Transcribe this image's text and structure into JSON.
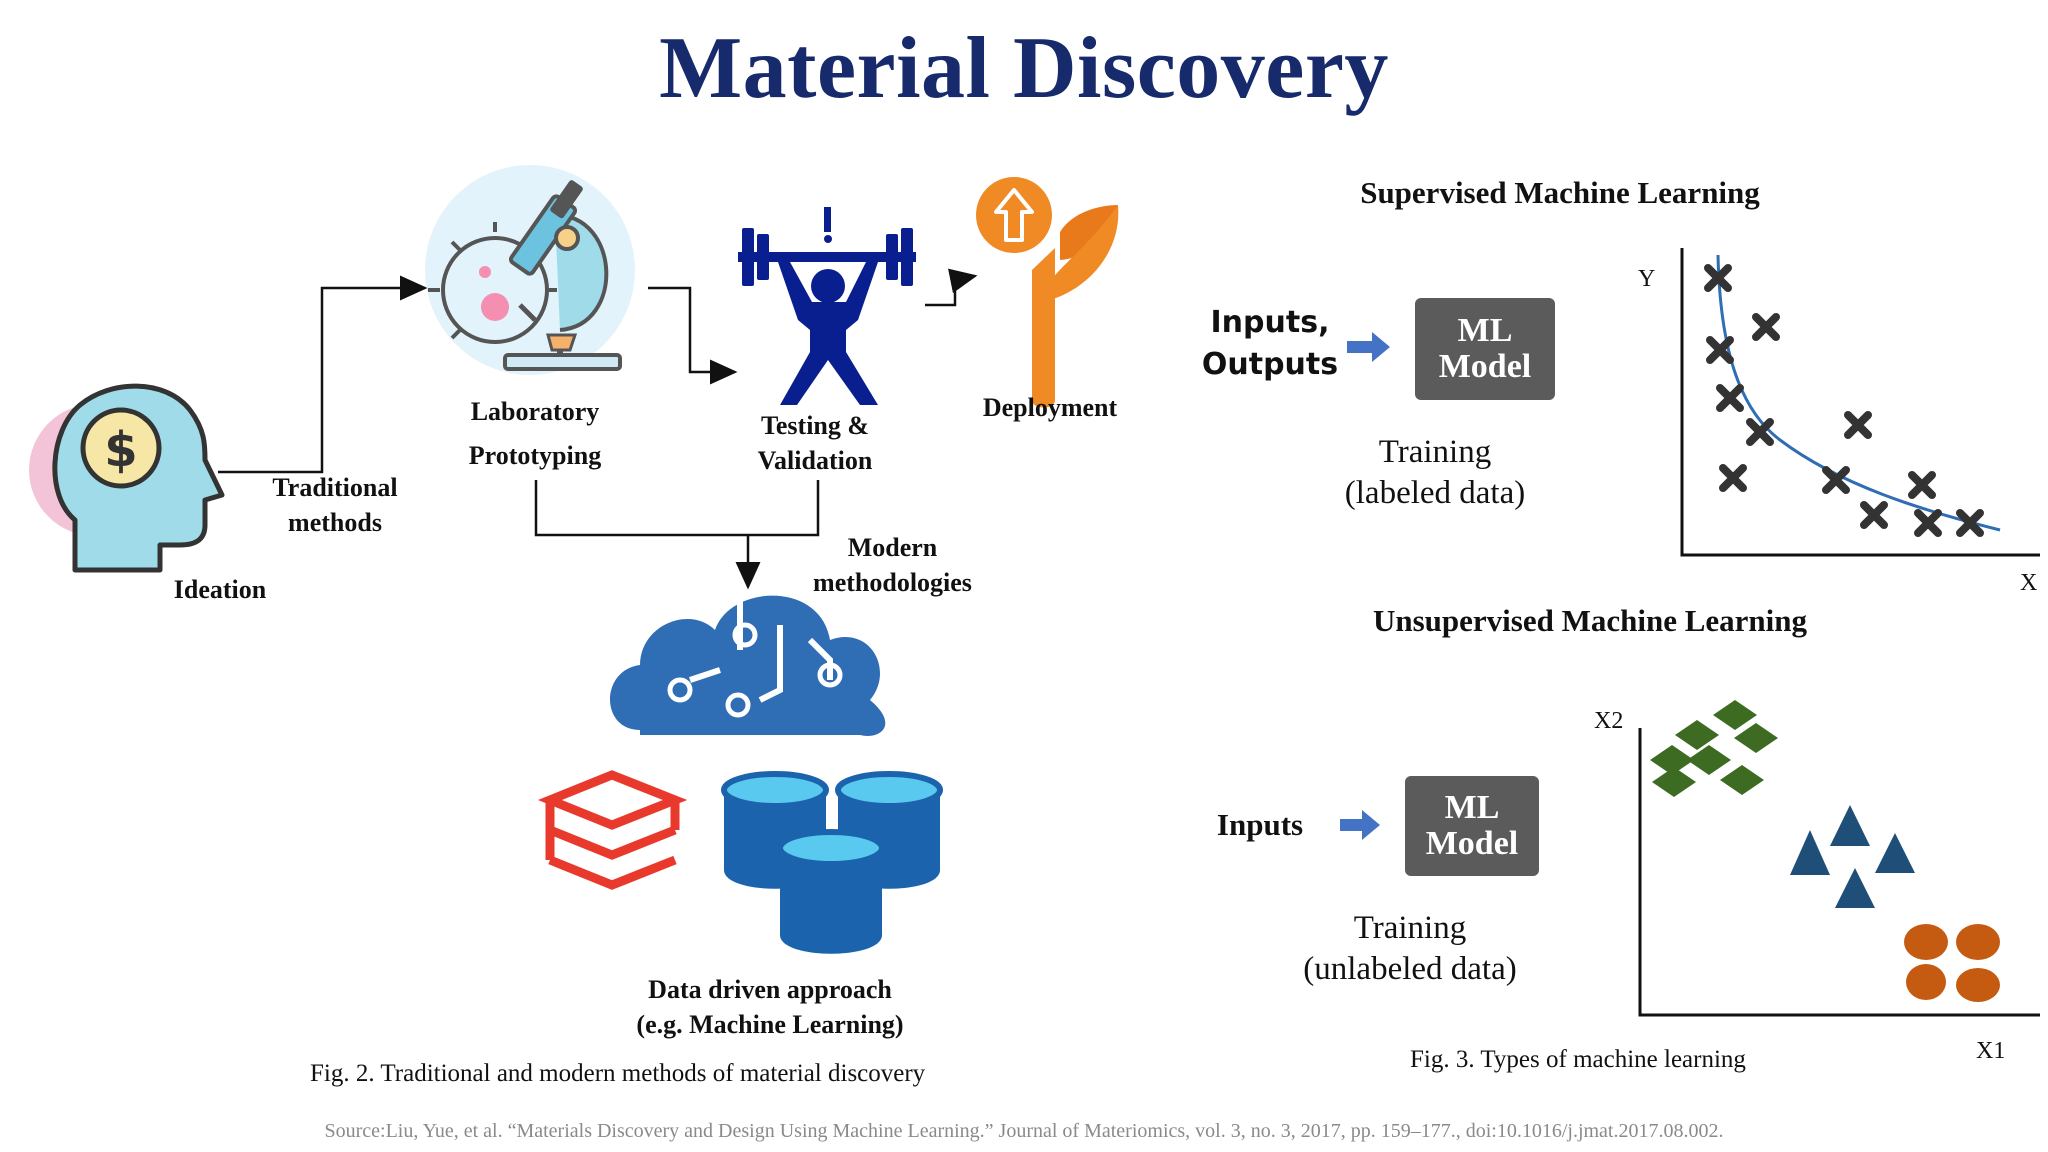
{
  "title": "Material Discovery",
  "left": {
    "ideation": "Ideation",
    "traditional_1": "Traditional",
    "traditional_2": "methods",
    "lab_1": "Laboratory",
    "lab_2": "Prototyping",
    "test_1": "Testing &",
    "test_2": "Validation",
    "deployment": "Deployment",
    "modern_1": "Modern",
    "modern_2": "methodologies",
    "data_1": "Data driven approach",
    "data_2": "(e.g. Machine Learning)",
    "caption": "Fig. 2. Traditional and modern methods of material discovery"
  },
  "right": {
    "supervised_title": "Supervised Machine Learning",
    "sup_inputs_1": "Inputs,",
    "sup_inputs_2": "Outputs",
    "ml_1": "ML",
    "ml_2": "Model",
    "sup_training_1": "Training",
    "sup_training_2": "(labeled data)",
    "y_axis": "Y",
    "x_axis": "X",
    "unsupervised_title": "Unsupervised Machine Learning",
    "uns_inputs": "Inputs",
    "uns_training_1": "Training",
    "uns_training_2": "(unlabeled data)",
    "x2_axis": "X2",
    "x1_axis": "X1",
    "caption": "Fig. 3. Types of machine learning"
  },
  "source": "Source:Liu, Yue, et al. “Materials Discovery and Design Using Machine Learning.” Journal of Materiomics, vol. 3, no. 3, 2017, pp. 159–177., doi:10.1016/j.jmat.2017.08.002.",
  "colors": {
    "title": "#172a6b",
    "arrow_blue": "#4472c4",
    "ml_box": "#5b5b5b",
    "cluster_green": "#3d6b21",
    "cluster_blue": "#1f4e79",
    "cluster_orange": "#c55a11"
  },
  "icons": [
    "head-dollar-icon",
    "microscope-icon",
    "weightlifter-icon",
    "deployment-sprout-icon",
    "ai-cloud-icon",
    "stacked-layers-icon",
    "database-cylinders-icon"
  ]
}
